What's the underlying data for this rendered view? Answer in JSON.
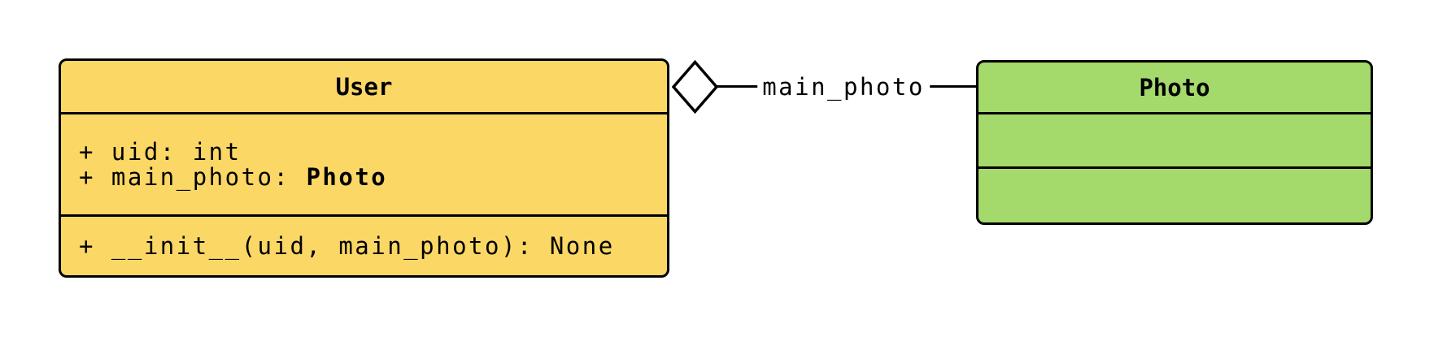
{
  "diagram": {
    "type": "uml-class-diagram",
    "classes": [
      {
        "name": "User",
        "fill": "#FBD765",
        "attributes": [
          {
            "text": "+ uid: int",
            "type": ""
          },
          {
            "text": "+ main_photo: ",
            "type": "Photo"
          }
        ],
        "methods": [
          {
            "text": "+ __init__(uid, main_photo): None"
          }
        ]
      },
      {
        "name": "Photo",
        "fill": "#A4D96C",
        "attributes": [],
        "methods": []
      }
    ],
    "relation": {
      "label": "main_photo",
      "kind": "aggregation",
      "diamond_side": "User",
      "connects_to": "Photo"
    },
    "colors": {
      "stroke": "#000000",
      "background": "#FFFFFF"
    }
  }
}
